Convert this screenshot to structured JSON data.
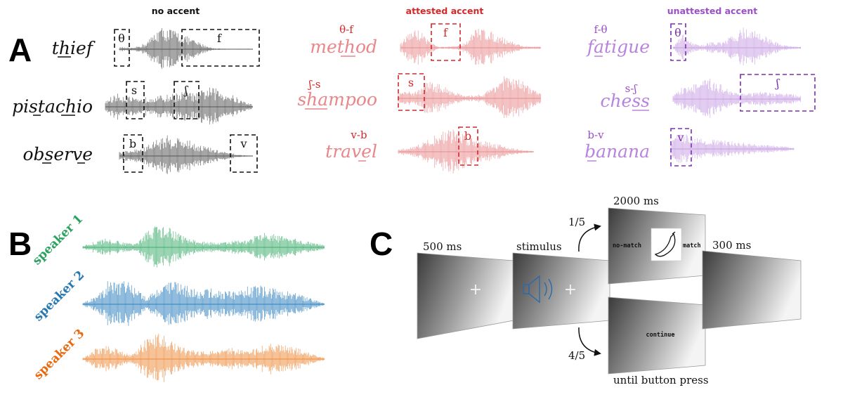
{
  "panels": {
    "a": "A",
    "b": "B",
    "c": "C"
  },
  "panel_a": {
    "columns": [
      {
        "header": "no accent",
        "color": "#111111",
        "wave_color": "#555555",
        "rows": [
          {
            "word": "thief",
            "pair": "",
            "seg1": "θ",
            "seg2": "f"
          },
          {
            "word": "pistachio",
            "pair": "",
            "seg1": "s",
            "seg2": "ʃ"
          },
          {
            "word": "observe",
            "pair": "",
            "seg1": "b",
            "seg2": "v"
          }
        ]
      },
      {
        "header": "attested accent",
        "color": "#d62728",
        "wave_color": "#e88c8f",
        "rows": [
          {
            "word": "method",
            "pair": "θ-f",
            "seg1": "f"
          },
          {
            "word": "shampoo",
            "pair": "ʃ-s",
            "seg1": "s"
          },
          {
            "word": "travel",
            "pair": "v-b",
            "seg1": "b"
          }
        ]
      },
      {
        "header": "unattested accent",
        "color": "#9b4fc9",
        "wave_color": "#c7a0e3",
        "rows": [
          {
            "word": "fatigue",
            "pair": "f-θ",
            "seg1": "θ"
          },
          {
            "word": "chess",
            "pair": "s-ʃ",
            "seg1": "ʃ"
          },
          {
            "word": "banana",
            "pair": "b-v",
            "seg1": "v"
          }
        ]
      }
    ]
  },
  "panel_b": {
    "speakers": [
      {
        "label": "speaker 1",
        "color": "#2ca25f"
      },
      {
        "label": "speaker 2",
        "color": "#2678b2"
      },
      {
        "label": "speaker 3",
        "color": "#e8690f"
      }
    ]
  },
  "panel_c": {
    "screen1_time": "500 ms",
    "screen2_label": "stimulus",
    "top_time": "2000 ms",
    "top_prob": "1/5",
    "no_match": "no-match",
    "match": "match",
    "bottom_prob": "4/5",
    "continue": "continue",
    "bottom_label": "until button press",
    "final_time": "300 ms"
  }
}
